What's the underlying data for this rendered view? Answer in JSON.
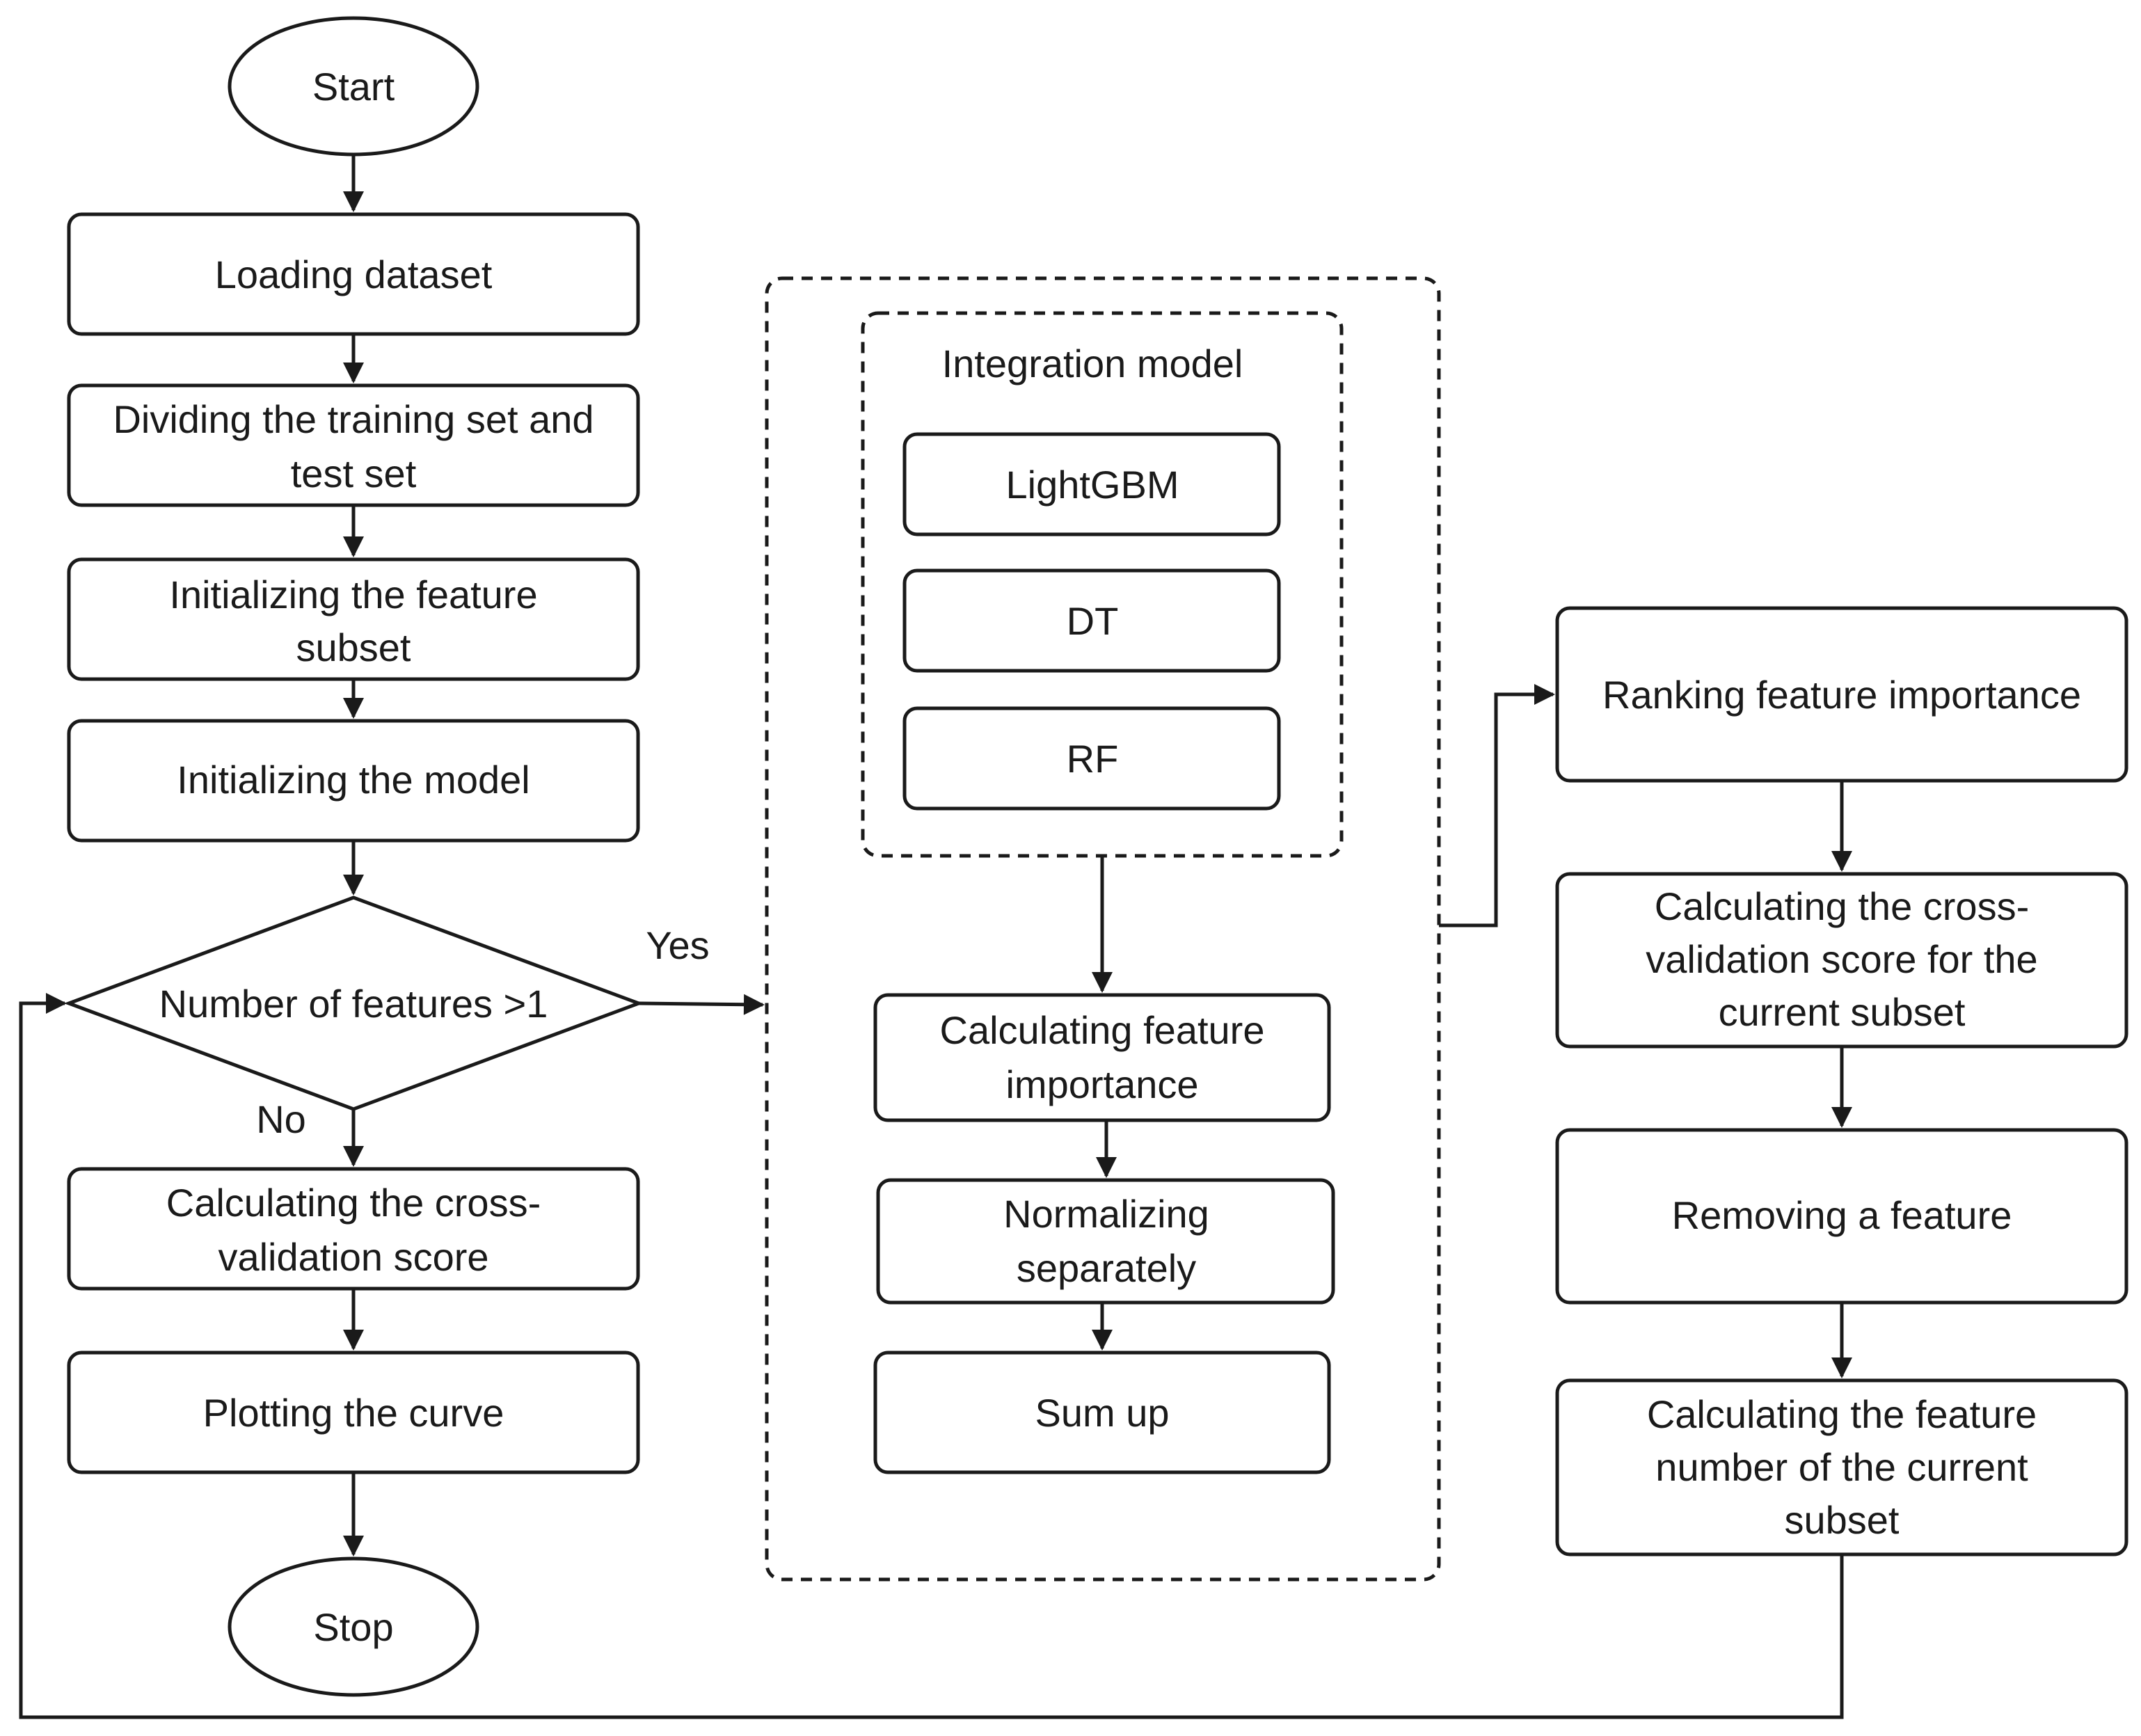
{
  "nodes": {
    "start": "Start",
    "load": "Loading dataset",
    "divide": [
      "Dividing the training set and",
      "test set"
    ],
    "init_subset": [
      "Initializing the feature",
      "subset"
    ],
    "init_model": "Initializing the model",
    "decision": "Number of features >1",
    "cv_score": [
      "Calculating the cross-",
      "validation score"
    ],
    "plot": "Plotting the curve",
    "stop": "Stop",
    "integration_title": "Integration model",
    "lightgbm": "LightGBM",
    "dt": "DT",
    "rf": "RF",
    "calc_importance": [
      "Calculating feature",
      "importance"
    ],
    "normalize": [
      "Normalizing",
      "separately"
    ],
    "sum": "Sum up",
    "rank": "Ranking feature importance",
    "cv_current": [
      "Calculating the cross-",
      "validation score for the",
      "current subset"
    ],
    "remove": "Removing a feature",
    "feature_number": [
      "Calculating the feature",
      "number of the current",
      "subset"
    ]
  },
  "edge_labels": {
    "yes": "Yes",
    "no": "No"
  },
  "colors": {
    "stroke": "#1a1a1a",
    "background": "#ffffff"
  }
}
